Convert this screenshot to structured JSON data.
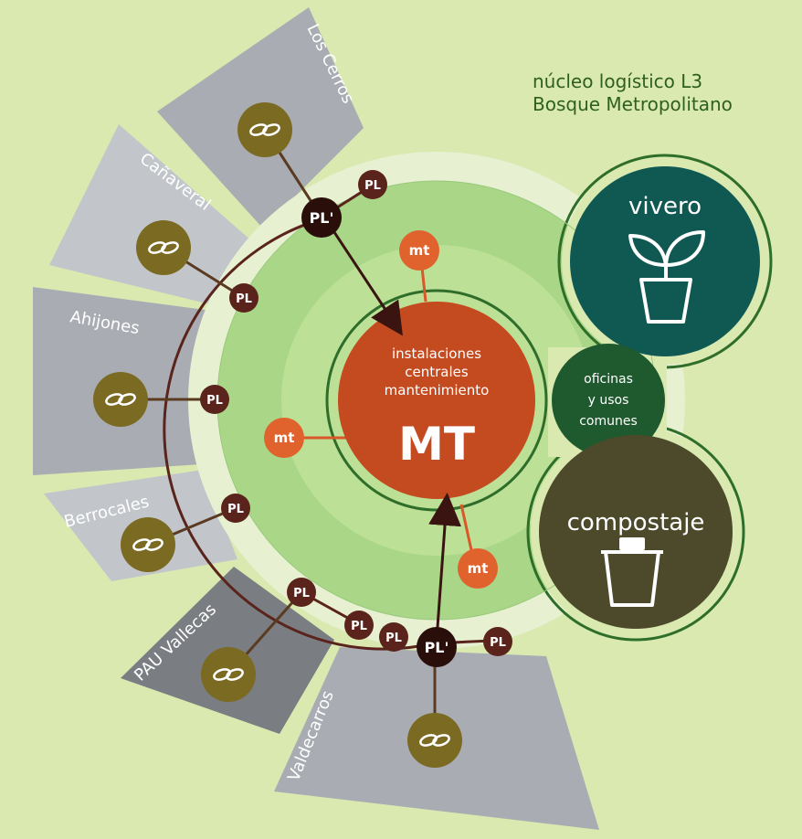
{
  "title": {
    "line1": "núcleo logístico L3",
    "line2": "Bosque Metropolitano"
  },
  "sectors": [
    {
      "id": "los-cerros",
      "label": "Los Cerros"
    },
    {
      "id": "canaveral",
      "label": "Cañaveral"
    },
    {
      "id": "ahijones",
      "label": "Ahijones"
    },
    {
      "id": "berrocales",
      "label": "Berrocales"
    },
    {
      "id": "pau-vallecas",
      "label": "PAU Vallecas"
    },
    {
      "id": "valdecarros",
      "label": "Valdecarros"
    }
  ],
  "ring_nodes": {
    "pl": "PL",
    "pl_prime": "PL'"
  },
  "center": {
    "line1": "instalaciones",
    "line2": "centrales",
    "line3": "mantenimiento",
    "abbr": "MT"
  },
  "satellite_label": "mt",
  "facilities": {
    "vivero": "vivero",
    "oficinas_line1": "oficinas",
    "oficinas_line2": "y usos",
    "oficinas_line3": "comunes",
    "compostaje": "compostaje"
  },
  "colors": {
    "background": "#d9e9b0",
    "sector_light": "#c2c6cb",
    "sector_mid": "#a9adb3",
    "sector_dark": "#7a7d82",
    "node_olive": "#7a6a22",
    "ring_brown": "#5a241c",
    "mt_orange": "#c44a1f",
    "vivero_teal": "#105953",
    "oficinas_green": "#1e5a2e",
    "compost_olive": "#4c4a2a",
    "outline_green": "#2f6e2a"
  }
}
